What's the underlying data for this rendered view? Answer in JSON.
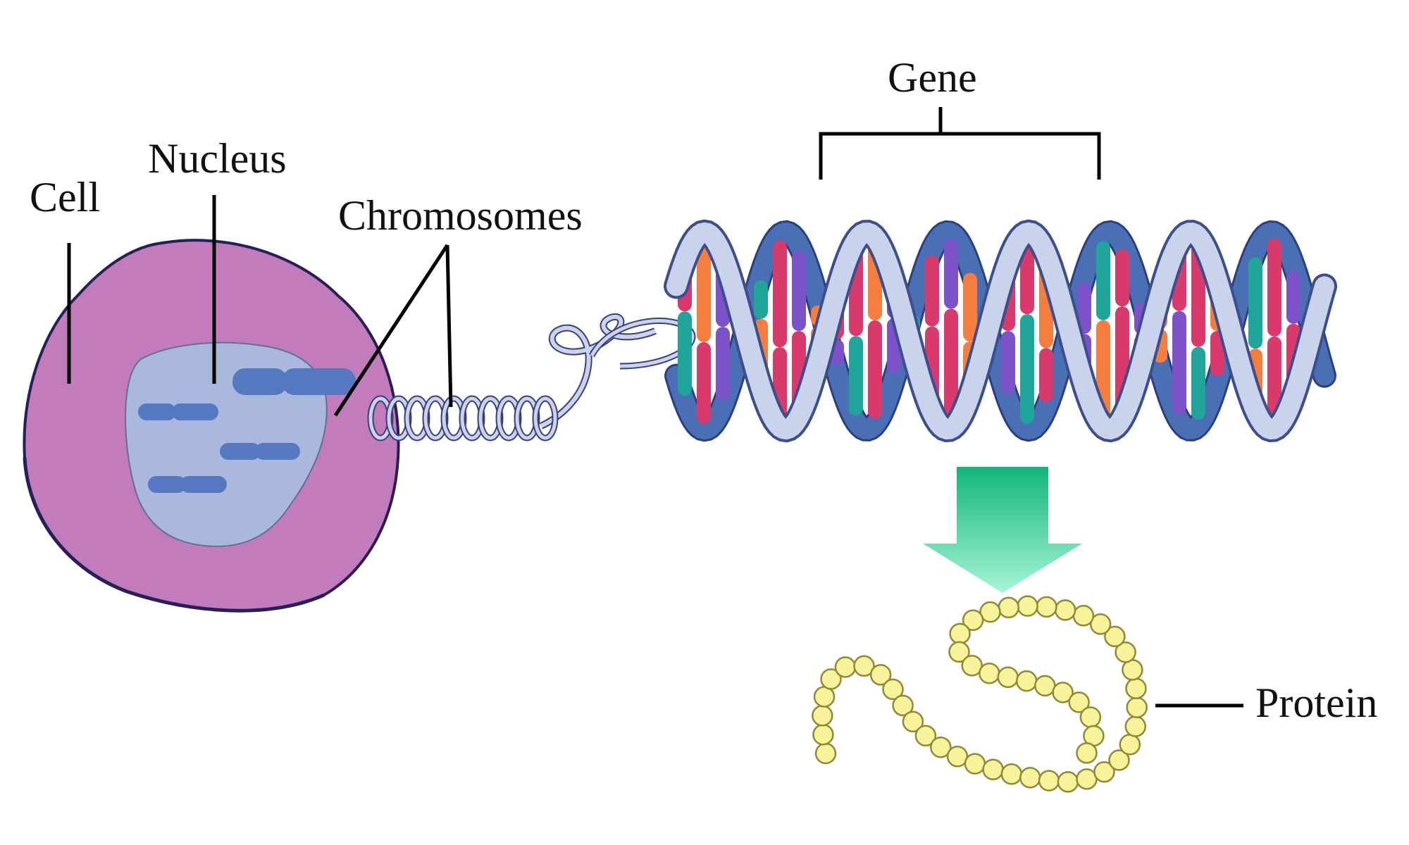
{
  "labels": {
    "cell": "Cell",
    "nucleus": "Nucleus",
    "chromosomes": "Chromosomes",
    "gene": "Gene",
    "protein": "Protein"
  },
  "colors": {
    "cell_fill": "#c27bbb",
    "cell_outline": "#25205a",
    "nucleus_fill": "#a9b8dc",
    "chromosome": "#5578c0",
    "dna_backbone_front": "#cbd3ec",
    "dna_backbone_back": "#4a6fb5",
    "base_red": "#d83a6c",
    "base_orange": "#f57d3e",
    "base_purple": "#7c52c8",
    "base_teal": "#1fa59a",
    "arrow_top": "#13b57a",
    "arrow_bottom": "#a6f5d7",
    "protein_bead": "#f7f39a",
    "protein_outline": "#8f8a33"
  },
  "icons": {
    "cell": "cell-icon",
    "dna": "dna-double-helix-icon",
    "arrow": "down-arrow-icon",
    "protein": "protein-chain-icon"
  }
}
